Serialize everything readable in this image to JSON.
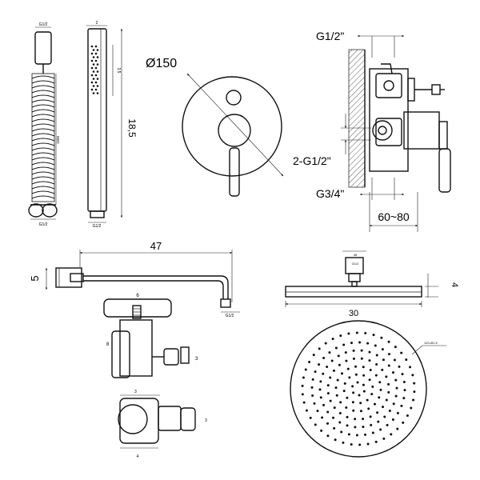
{
  "hose": {
    "fitting_label": "G1/2",
    "length_label": "1500",
    "base_label": "G1/2"
  },
  "hand_shower": {
    "top_label": "2",
    "spray_label": "3.5",
    "height_label": "18,5",
    "base_label": "G1/2"
  },
  "mixer_front": {
    "diameter_label": "Ø150"
  },
  "mixer_side": {
    "inlet_top_label": "G1/2\"",
    "outlet_label": "2-G1/2\"",
    "inlet_bottom_label": "G3/4\"",
    "depth_label": "60~80"
  },
  "arm": {
    "length_label": "47",
    "height_label": "5",
    "thread_label": "G1/2"
  },
  "holder": {
    "width_label": "6",
    "height_label": "8",
    "side_label": "3"
  },
  "bracket": {
    "top_label": "3",
    "side_label": "3",
    "bottom_label": "4"
  },
  "head_side": {
    "small_label": "45",
    "thread_label": "G1/2",
    "width_label": "30",
    "height_label": "4"
  },
  "head_top": {
    "nozzle_label": "120-Ø1.5"
  }
}
